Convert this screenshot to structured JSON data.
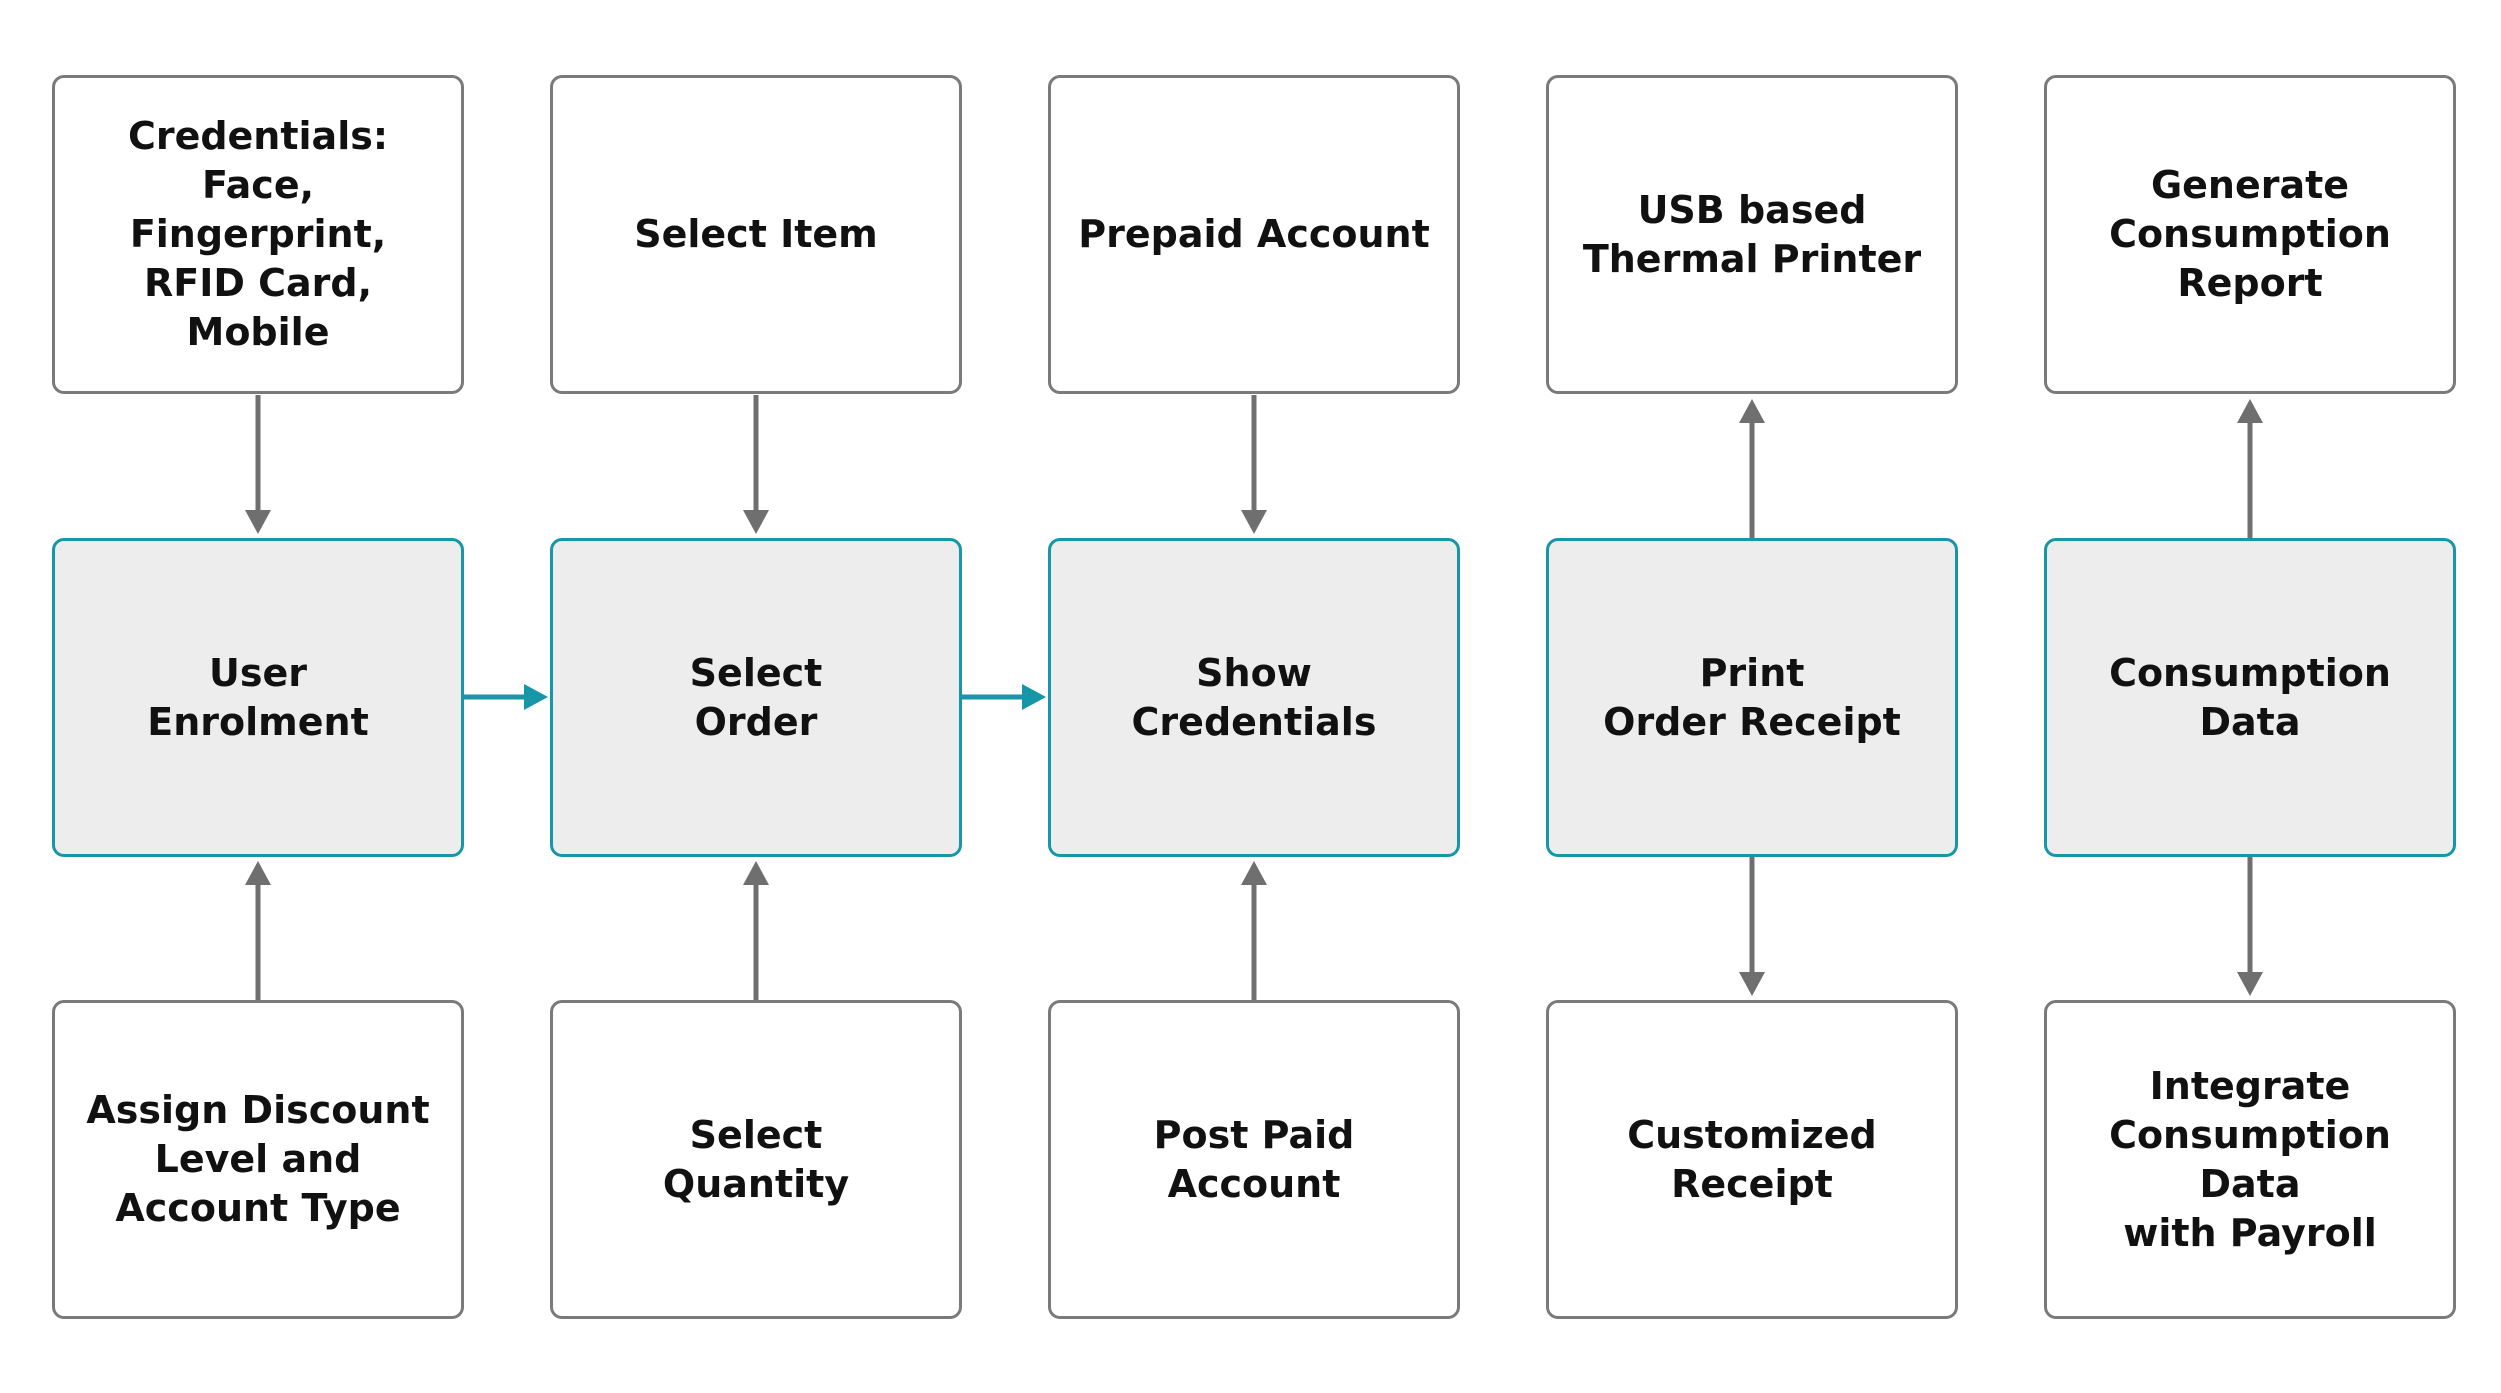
{
  "colors": {
    "box_border": "#7a7a7a",
    "core_border": "#1796a8",
    "core_fill": "#ededed",
    "arrow_gray": "#6f6f6f",
    "arrow_teal": "#1796a8"
  },
  "columns": [
    {
      "top": "Credentials:\nFace, Fingerprint,\nRFID Card, Mobile",
      "core": "User\nEnrolment",
      "bottom": "Assign Discount\nLevel and\nAccount Type",
      "top_arrow": "down",
      "bottom_arrow": "up"
    },
    {
      "top": "Select Item",
      "core": "Select\nOrder",
      "bottom": "Select\nQuantity",
      "top_arrow": "down",
      "bottom_arrow": "up"
    },
    {
      "top": "Prepaid Account",
      "core": "Show\nCredentials",
      "bottom": "Post Paid\nAccount",
      "top_arrow": "down",
      "bottom_arrow": "up"
    },
    {
      "top": "USB based\nThermal Printer",
      "core": "Print\nOrder Receipt",
      "bottom": "Customized\nReceipt",
      "top_arrow": "up",
      "bottom_arrow": "down"
    },
    {
      "top": "Generate\nConsumption\nReport",
      "core": "Consumption\nData",
      "bottom": "Integrate\nConsumption Data\nwith Payroll",
      "top_arrow": "up",
      "bottom_arrow": "down"
    }
  ],
  "flow_arrows": [
    {
      "from": "User Enrolment",
      "to": "Select Order"
    },
    {
      "from": "Select Order",
      "to": "Show Credentials"
    }
  ]
}
